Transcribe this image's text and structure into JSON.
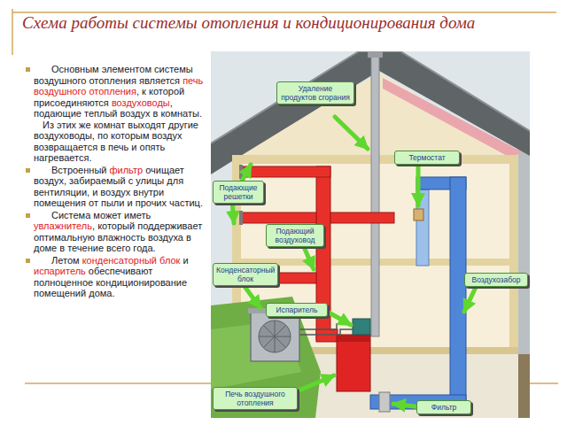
{
  "diagram": {
    "title": "Схема работы системы отопления и кондиционирования дома",
    "nodes": [
      {
        "text": [
          "Удаление продуктов сгорания"
        ]
      },
      {
        "text": [
          "Термостат"
        ]
      },
      {
        "text": [
          "Подающие решетки"
        ]
      },
      {
        "text": [
          "Подающий воздуховод"
        ]
      },
      {
        "text": [
          "Конденсаторный блок"
        ]
      },
      {
        "text": [
          "Воздухозабор"
        ]
      },
      {
        "text": [
          "Испаритель"
        ]
      },
      {
        "text": [
          "Печь воздушного отопления"
        ]
      },
      {
        "text": [
          "Фильтр"
        ]
      }
    ],
    "labels": [
      "Основным элементом системы воздушного отопления является ",
      "печь воздушного отопления",
      ", к которой присоединяются ",
      "воздуховоды",
      ", подающие теплый воздух в комнаты.",
      "Из этих же комнат выходят другие воздуховоды, по которым воздух возвращается в печь и опять нагревается.",
      "Встроенный ",
      "фильтр",
      " очищает воздух, забираемый с улицы для вентиляции, и воздух внутри помещения от пыли и прочих частиц.",
      "Система может иметь ",
      "увлажнитель",
      ", который поддерживает оптимальную влажность воздуха в доме в течение всего года.",
      "Летом ",
      "конденсаторный блок",
      " и ",
      "испаритель",
      " обеспечивают полноценное кондиционирование помещений дома."
    ]
  }
}
